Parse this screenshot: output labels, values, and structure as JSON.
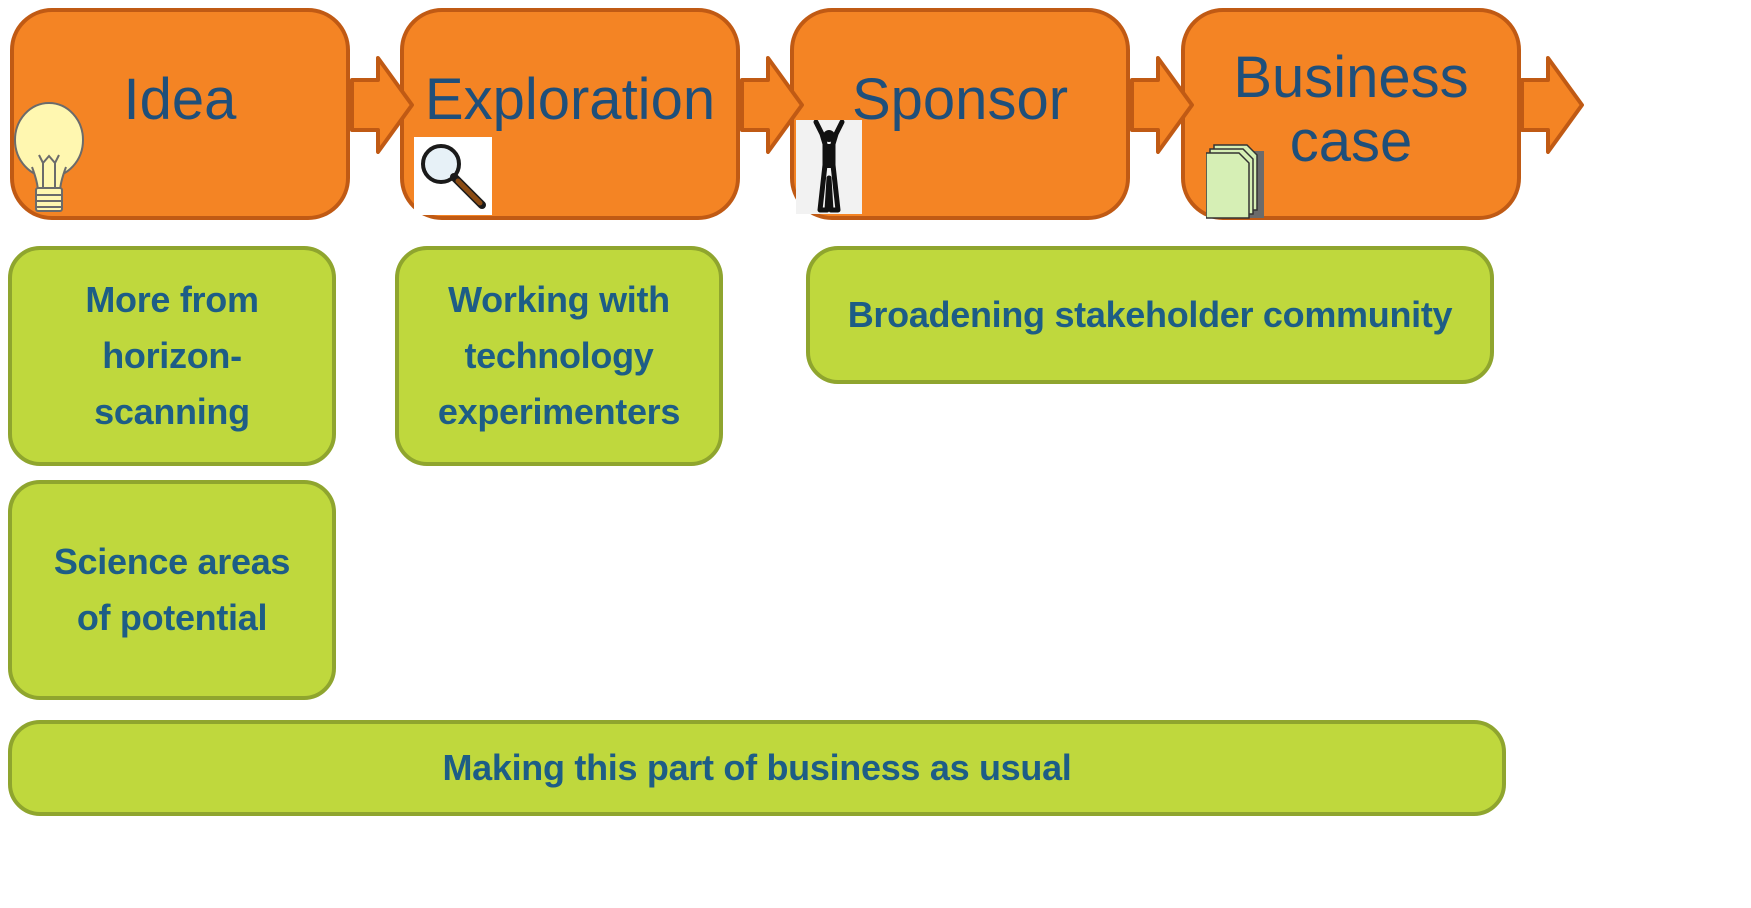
{
  "stages": [
    {
      "label": "Idea"
    },
    {
      "label": "Exploration"
    },
    {
      "label": "Sponsor"
    },
    {
      "label": "Business case"
    }
  ],
  "notes": {
    "horizon_scanning": "More from horizon-scanning",
    "technology_experimenters": "Working with technology experimenters",
    "stakeholder_community": "Broadening stakeholder community",
    "science_areas": "Science areas of potential",
    "business_as_usual": "Making this part of business as usual"
  },
  "icons": [
    "lightbulb-icon",
    "magnifying-glass-icon",
    "person-arms-raised-icon",
    "document-stack-icon"
  ],
  "colors": {
    "stage_fill": "#f48424",
    "stage_border": "#c05a14",
    "stage_text": "#1f4f7a",
    "note_fill": "#bfd83d",
    "note_border": "#8fa52e",
    "note_text": "#1d5d86"
  }
}
